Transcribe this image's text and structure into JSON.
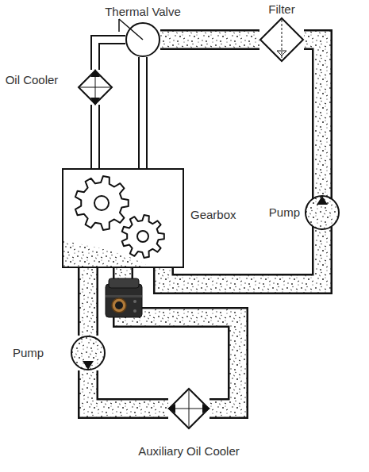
{
  "diagram": {
    "nodes": [
      {
        "text": [
          "Thermal Valve"
        ]
      },
      {
        "text": [
          "Filter"
        ]
      },
      {
        "text": [
          "Oil Cooler"
        ]
      },
      {
        "text": [
          "Gearbox"
        ]
      },
      {
        "text": [
          "Pump"
        ]
      },
      {
        "text": [
          "Pump"
        ]
      },
      {
        "text": [
          "Auxiliary Oil Cooler"
        ]
      }
    ],
    "edges": [
      {
        "from": 3,
        "to": 4,
        "arrow": "none"
      },
      {
        "from": 4,
        "to": 1,
        "arrow": "none"
      },
      {
        "from": 1,
        "to": 0,
        "arrow": "none"
      },
      {
        "from": 0,
        "to": 2,
        "arrow": "none"
      },
      {
        "from": 2,
        "to": 3,
        "arrow": "none"
      },
      {
        "from": 0,
        "to": 3,
        "arrow": "none"
      },
      {
        "from": 3,
        "to": 5,
        "arrow": "none"
      },
      {
        "from": 5,
        "to": 6,
        "arrow": "none"
      },
      {
        "from": 6,
        "to": 3,
        "arrow": "none"
      }
    ]
  }
}
